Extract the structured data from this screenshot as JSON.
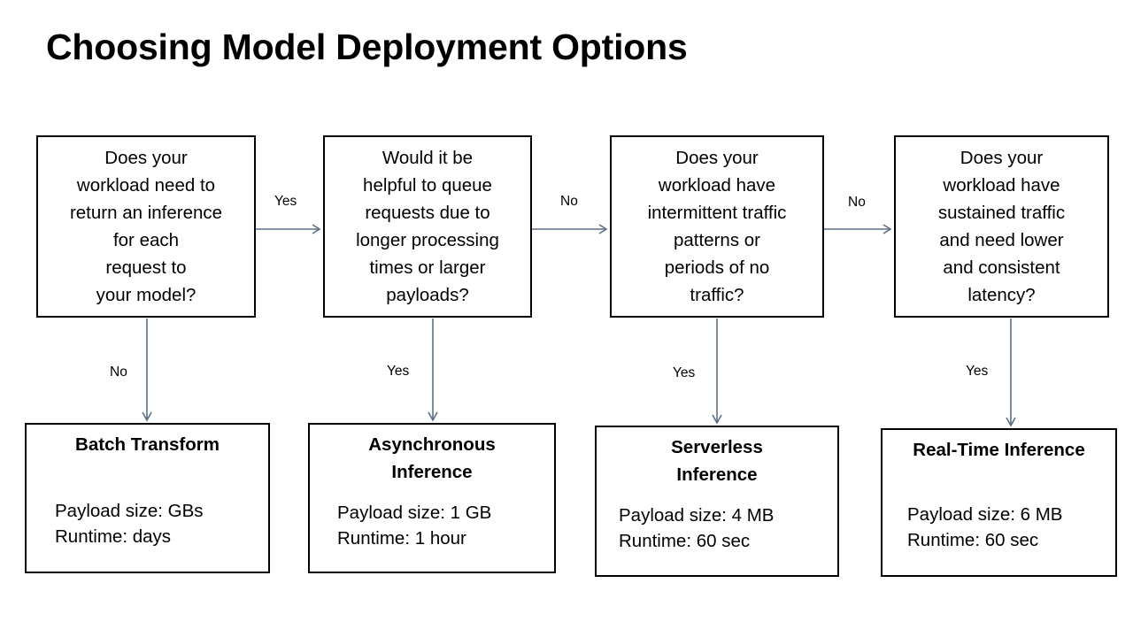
{
  "page": {
    "title": "Choosing Model Deployment Options",
    "background_color": "#ffffff",
    "box_border_color": "#000000",
    "connector_color": "#5d6f86"
  },
  "decisions": [
    {
      "id": "workload-inference-per-request",
      "text": "Does your\nworkload need to\nreturn an inference\nfor each\nrequest to\nyour model?"
    },
    {
      "id": "queue-requests",
      "text": "Would it be\nhelpful to queue\nrequests due to\nlonger processing\ntimes or larger\npayloads?"
    },
    {
      "id": "intermittent-traffic",
      "text": "Does your\nworkload have\nintermittent traffic\npatterns or\nperiods of no\ntraffic?"
    },
    {
      "id": "sustained-traffic",
      "text": "Does your\nworkload have\nsustained traffic\nand need lower\nand consistent\nlatency?"
    }
  ],
  "results": [
    {
      "id": "batch-transform",
      "title": "Batch Transform",
      "payload": "Payload size: GBs",
      "runtime": "Runtime: days"
    },
    {
      "id": "asynchronous-inference",
      "title": "Asynchronous\nInference",
      "payload": "Payload size: 1 GB",
      "runtime": "Runtime: 1 hour"
    },
    {
      "id": "serverless-inference",
      "title": "Serverless\nInference",
      "payload": "Payload size: 4 MB",
      "runtime": "Runtime: 60 sec"
    },
    {
      "id": "real-time-inference",
      "title": "Real-Time Inference",
      "payload": "Payload size: 6 MB",
      "runtime": "Runtime: 60 sec"
    }
  ],
  "edges": {
    "horizontal": [
      {
        "id": "d0-to-d1",
        "label": "Yes"
      },
      {
        "id": "d1-to-d2",
        "label": "No"
      },
      {
        "id": "d2-to-d3",
        "label": "No"
      }
    ],
    "vertical": [
      {
        "id": "d0-to-batch",
        "label": "No"
      },
      {
        "id": "d1-to-async",
        "label": "Yes"
      },
      {
        "id": "d2-to-serverless",
        "label": "Yes"
      },
      {
        "id": "d3-to-realtime",
        "label": "Yes"
      }
    ]
  }
}
